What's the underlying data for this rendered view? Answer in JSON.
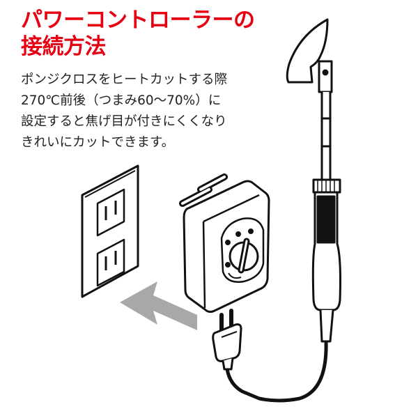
{
  "heading": {
    "line1": "パワーコントローラーの",
    "line2": "接続方法"
  },
  "description": {
    "lines": [
      "ポンジクロスをヒートカットする際",
      "270℃前後（つまみ60〜70%）に",
      "設定すると焦げ目が付きにくくなり",
      "きれいにカットできます。"
    ]
  },
  "colors": {
    "heading": "#e60012",
    "text": "#222222",
    "arrow": "#aaaaaa",
    "line": "#111111"
  },
  "icons": {
    "outlet": "wall-outlet-icon",
    "controller": "power-controller-icon",
    "plug": "power-plug-icon",
    "iron": "heat-cutter-icon",
    "arrow": "arrow-left-icon"
  }
}
